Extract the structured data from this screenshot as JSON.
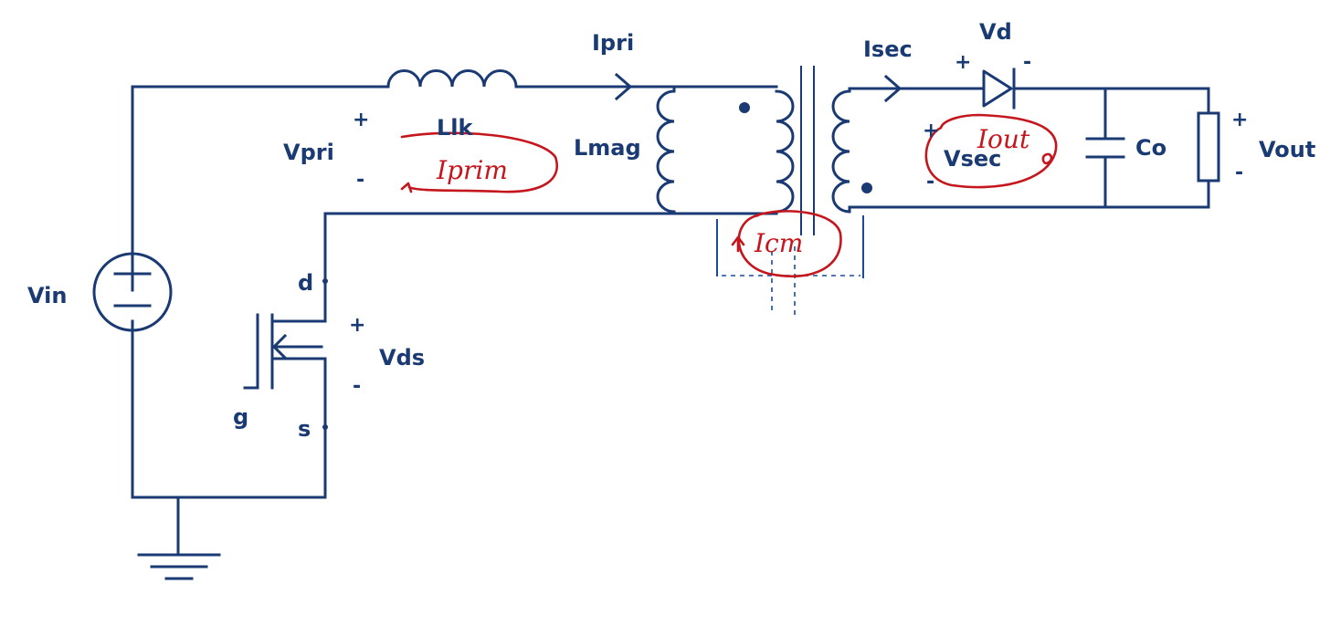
{
  "labels": {
    "vin": "Vin",
    "ipri": "Ipri",
    "llk": "Llk",
    "vpri": "Vpri",
    "lmag": "Lmag",
    "isec": "Isec",
    "vd": "Vd",
    "vsec": "Vsec",
    "co": "Co",
    "vout": "Vout",
    "vds": "Vds",
    "drain": "d",
    "gate": "g",
    "source": "s"
  },
  "polarity": {
    "plus": "+",
    "minus": "-"
  },
  "handwritten": {
    "iprim": "Iprim",
    "icm": "Icm",
    "iout": "Iout"
  },
  "colors": {
    "circuit": "#1a3a73",
    "handwriting": "#c4161c",
    "annotation": "#1a4a9a"
  }
}
